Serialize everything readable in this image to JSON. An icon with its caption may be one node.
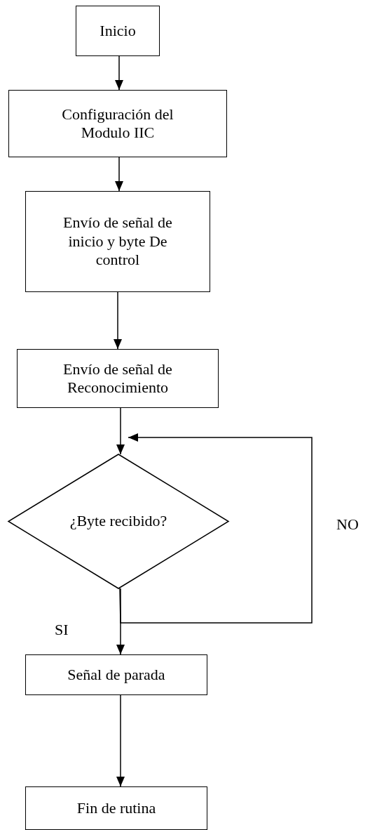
{
  "diagram": {
    "nodes": [
      {
        "text": [
          "Inicio"
        ]
      },
      {
        "text": [
          "Configuración del Modulo IIC"
        ]
      },
      {
        "text": [
          "Envío de señal de inicio y byte De control"
        ]
      },
      {
        "text": [
          "Envío de señal de Reconocimiento"
        ]
      },
      {
        "text": [
          "¿Byte recibido?"
        ]
      },
      {
        "text": [
          "Señal de parada"
        ]
      },
      {
        "text": [
          "Fin de rutina"
        ]
      }
    ],
    "edges": [
      {
        "from": 0,
        "to": 1,
        "arrow": "to"
      },
      {
        "from": 1,
        "to": 2,
        "arrow": "to"
      },
      {
        "from": 2,
        "to": 3,
        "arrow": "to"
      },
      {
        "from": 3,
        "to": 4,
        "arrow": "to"
      },
      {
        "from": 4,
        "to": 5,
        "arrow": "to",
        "label": "SI"
      },
      {
        "from": 4,
        "to": 4,
        "arrow": "to",
        "label": "NO"
      },
      {
        "from": 5,
        "to": 6,
        "arrow": "to"
      }
    ]
  }
}
